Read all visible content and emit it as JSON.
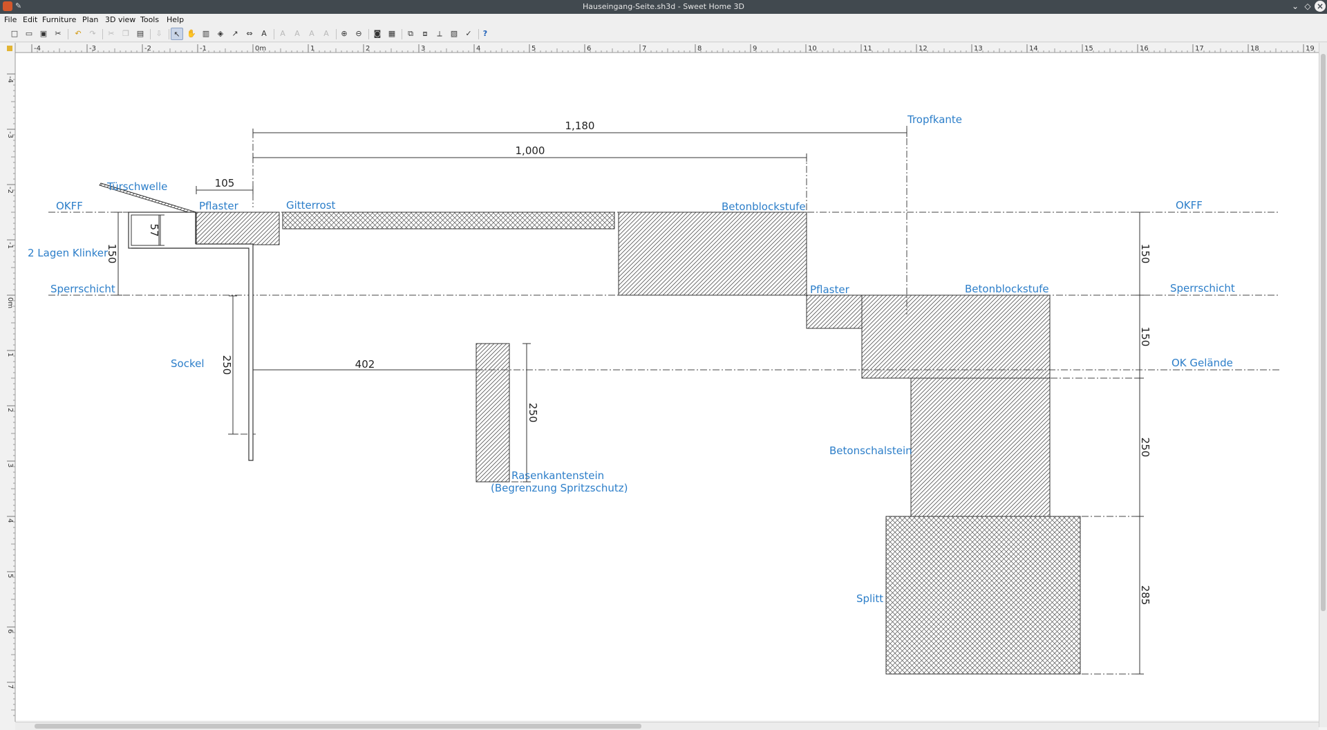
{
  "window": {
    "title": "Hauseingang-Seite.sh3d - Sweet Home 3D"
  },
  "menu": [
    "File",
    "Edit",
    "Furniture",
    "Plan",
    "3D view",
    "Tools",
    "Help"
  ],
  "toolbar": {
    "buttons": [
      "new-icon",
      "open-icon",
      "save-icon",
      "preferences-icon",
      "undo-icon",
      "redo-icon",
      "cut-icon",
      "copy-icon",
      "paste-icon",
      "add-furniture-icon",
      "select-mode-icon",
      "pan-mode-icon",
      "create-walls-icon",
      "create-rooms-icon",
      "create-polylines-icon",
      "create-dimensions-icon",
      "create-labels-icon",
      "add-text-icon",
      "text-style-icon",
      "increase-text-icon",
      "decrease-text-icon",
      "bold-icon",
      "italic-icon",
      "zoom-in-icon",
      "zoom-out-icon",
      "create-photo-icon",
      "create-video-icon",
      "import-furniture-icon",
      "import-background-icon",
      "flip-icon",
      "rotate-icon",
      "help-icon"
    ]
  },
  "ruler": {
    "h_labels": [
      "-4",
      "-3",
      "-2",
      "-1",
      "0m",
      "1",
      "2",
      "3",
      "4",
      "5",
      "6",
      "7",
      "8",
      "9",
      "10",
      "11",
      "12",
      "13",
      "14",
      "15",
      "16",
      "17",
      "18",
      "19"
    ],
    "v_labels": [
      "-4",
      "-3",
      "-2",
      "-1",
      "0m",
      "1",
      "2",
      "3",
      "4",
      "5",
      "6",
      "7"
    ]
  },
  "plan": {
    "labels": {
      "tuerschwelle": "Türschwelle",
      "okff_left": "OKFF",
      "pflaster1": "Pflaster",
      "gitterrost": "Gitterrost",
      "betonblock1": "Betonblockstufe",
      "okff_right": "OKFF",
      "tropfkante": "Tropfkante",
      "klinker": "2 Lagen Klinker",
      "sperr_left": "Sperrschicht",
      "pflaster2": "Pflaster",
      "betonblock2": "Betonblockstufe",
      "sperr_right": "Sperrschicht",
      "sockel": "Sockel",
      "ok_gelaende": "OK Gelände",
      "betonschalstein": "Betonschalstein",
      "rasenkante1": "Rasenkantenstein",
      "rasenkante2": "(Begrenzung Spritzschutz)",
      "splitt": "Splitt"
    },
    "dimensions": {
      "d1180": "1,180",
      "d1000": "1,000",
      "d105": "105",
      "d57": "57",
      "d150_left": "150",
      "d250_sockel": "250",
      "d402": "402",
      "d250_rasen": "250",
      "d150_r1": "150",
      "d150_r2": "150",
      "d250_r": "250",
      "d285_r": "285"
    }
  }
}
